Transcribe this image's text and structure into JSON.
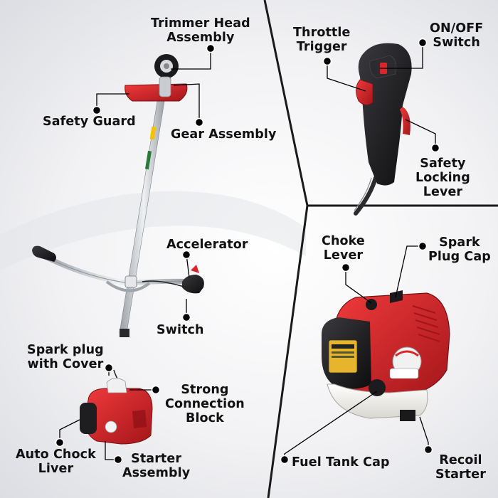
{
  "colors": {
    "product_red": "#d8262a",
    "dark_red": "#9e1519",
    "label_text": "#111111",
    "leader_line": "#000000",
    "divider": "#1a1a1a",
    "shaft_silver": "#c9ccd1",
    "handle_black": "#1d1d1f"
  },
  "panels": {
    "full_trimmer": {
      "image": "brush-cutter-full-view",
      "labels": {
        "trimmer_head": "Trimmer Head\nAssembly",
        "safety_guard": "Safety Guard",
        "gear_assembly": "Gear Assembly",
        "accelerator": "Accelerator",
        "switch": "Switch",
        "spark_plug_cover": "Spark plug\nwith Cover",
        "strong_connection": "Strong\nConnection\nBlock",
        "auto_chock": "Auto Chock\nLiver",
        "starter_assembly": "Starter\nAssembly"
      }
    },
    "handle_closeup": {
      "image": "throttle-handle-closeup",
      "labels": {
        "throttle_trigger": "Throttle\nTrigger",
        "on_off_switch": "ON/OFF\nSwitch",
        "safety_locking": "Safety\nLocking\nLever"
      }
    },
    "engine_closeup": {
      "image": "engine-closeup",
      "labels": {
        "choke_lever": "Choke\nLever",
        "spark_plug_cap": "Spark\nPlug Cap",
        "fuel_tank_cap": "Fuel Tank Cap",
        "recoil_starter": "Recoil\nStarter"
      }
    }
  }
}
